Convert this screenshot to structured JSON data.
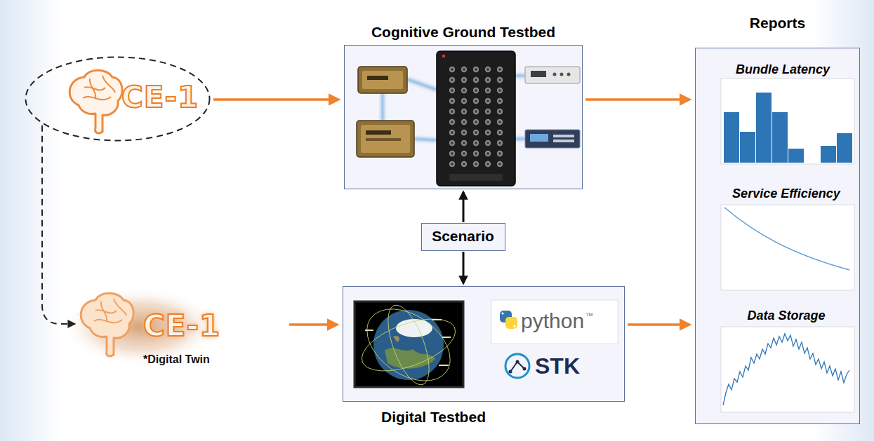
{
  "diagram": {
    "nodes": [
      {
        "text": [
          "CE-1"
        ]
      },
      {
        "text": [
          "CE-1",
          "*Digital Twin"
        ]
      },
      {
        "text": [
          "Cognitive Ground Testbed"
        ]
      },
      {
        "text": [
          "Scenario"
        ]
      },
      {
        "text": [
          "Digital Testbed"
        ]
      },
      {
        "text": [
          "Reports"
        ]
      }
    ],
    "edges": [
      {
        "from": 0,
        "to": 2,
        "arrow": "to"
      },
      {
        "from": 0,
        "to": 1,
        "arrow": "to"
      },
      {
        "from": 3,
        "to": 2,
        "arrow": "to"
      },
      {
        "from": 3,
        "to": 4,
        "arrow": "to"
      },
      {
        "from": 1,
        "to": 4,
        "arrow": "to"
      },
      {
        "from": 2,
        "to": 5,
        "arrow": "to"
      },
      {
        "from": 4,
        "to": 5,
        "arrow": "to"
      }
    ],
    "labels": [
      "python",
      "™",
      "STK",
      "Bundle Latency",
      "Service Efficiency",
      "Data Storage"
    ]
  }
}
